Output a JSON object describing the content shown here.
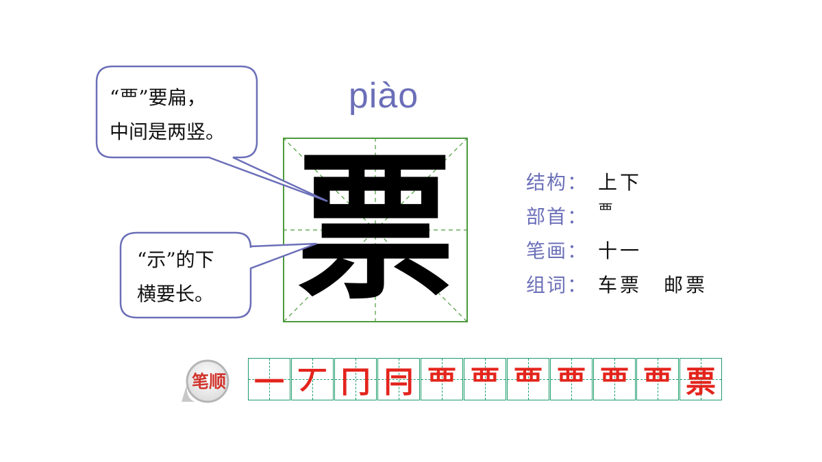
{
  "pinyin": "piào",
  "character": "票",
  "tips": [
    {
      "line1": "“覀”要扁，",
      "line2": "中间是两竖。"
    },
    {
      "line1": "“示”的下",
      "line2": "横要长。"
    }
  ],
  "info": [
    {
      "label": "结构：",
      "value": "上下"
    },
    {
      "label": "部首：",
      "value": "覀"
    },
    {
      "label": "笔画：",
      "value": "十一"
    },
    {
      "label": "组词：",
      "value": "车票　邮票"
    }
  ],
  "stroke_order": {
    "badge_label": "笔顺",
    "steps": [
      "一",
      "丆",
      "冂",
      "冃",
      "覀",
      "覀",
      "覀",
      "覀",
      "覀",
      "覀",
      "票"
    ]
  },
  "colors": {
    "accent_purple": "#6b6fb8",
    "grid_green": "#4a9a3a",
    "stroke_red": "#e3241c"
  }
}
